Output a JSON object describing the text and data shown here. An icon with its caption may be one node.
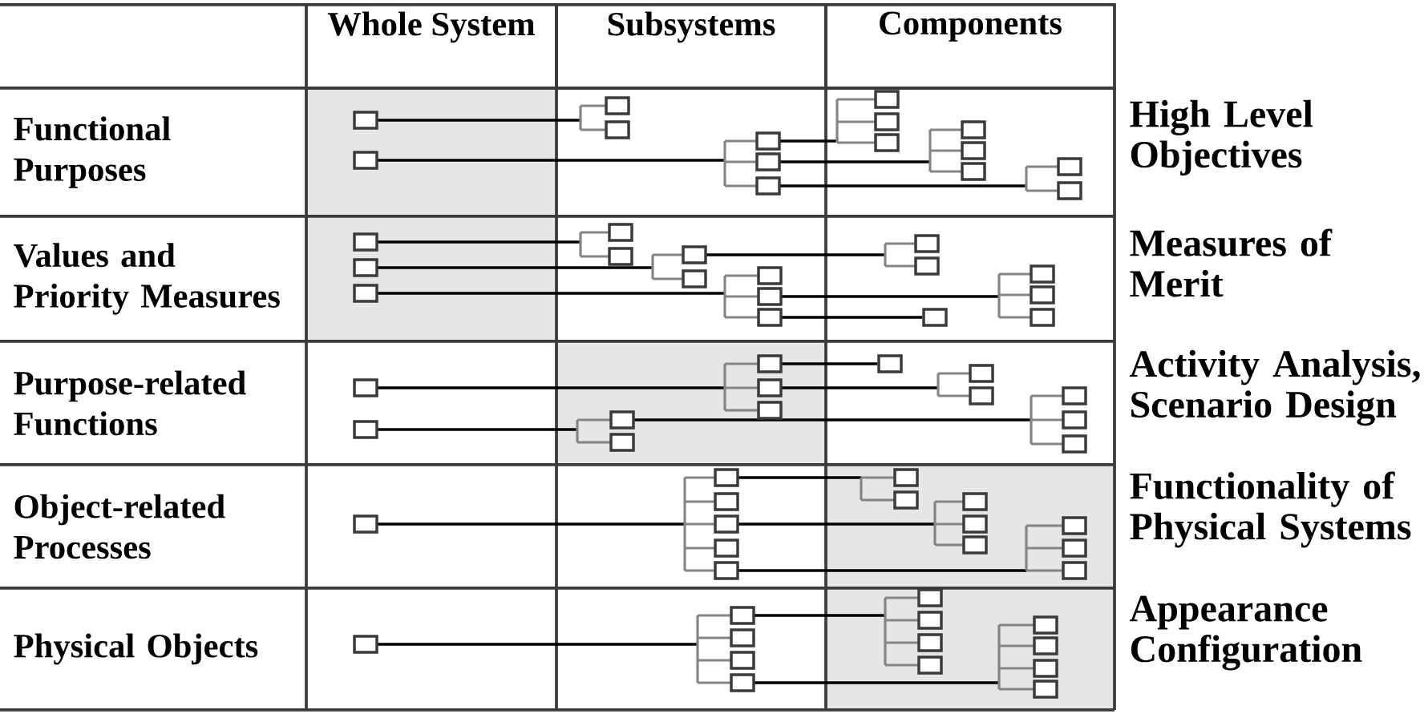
{
  "diagram": {
    "labels": [
      "Whole System",
      "Subsystems",
      "Components",
      "Functional Purposes",
      "High Level Objectives",
      "Values and Priority Measures",
      "Measures of Merit",
      "Purpose-related Functions",
      "Activity Analysis, Scenario Design",
      "Object-related Processes",
      "Functionality of Physical Systems",
      "Physical Objects",
      "Appearance Configuration"
    ]
  }
}
